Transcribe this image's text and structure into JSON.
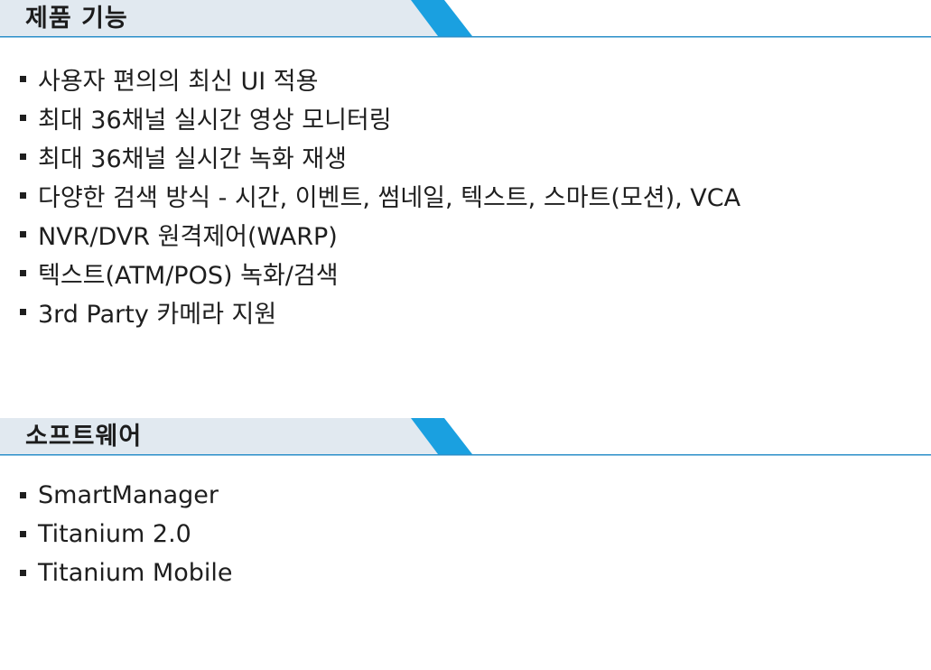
{
  "colors": {
    "header_band": "#e1e9f0",
    "header_accent": "#1aa0e0",
    "header_rule": "#2b8fc9",
    "text": "#1e1e1e"
  },
  "features": {
    "title": "제품 기능",
    "items": [
      "사용자 편의의 최신 UI 적용",
      "최대 36채널 실시간 영상 모니터링",
      "최대 36채널 실시간 녹화 재생",
      "다양한 검색 방식 - 시간, 이벤트, 썸네일, 텍스트, 스마트(모션), VCA",
      "NVR/DVR 원격제어(WARP)",
      "텍스트(ATM/POS) 녹화/검색",
      "3rd Party 카메라 지원"
    ]
  },
  "software": {
    "title": "소프트웨어",
    "items": [
      "SmartManager",
      "Titanium 2.0",
      "Titanium Mobile"
    ]
  }
}
